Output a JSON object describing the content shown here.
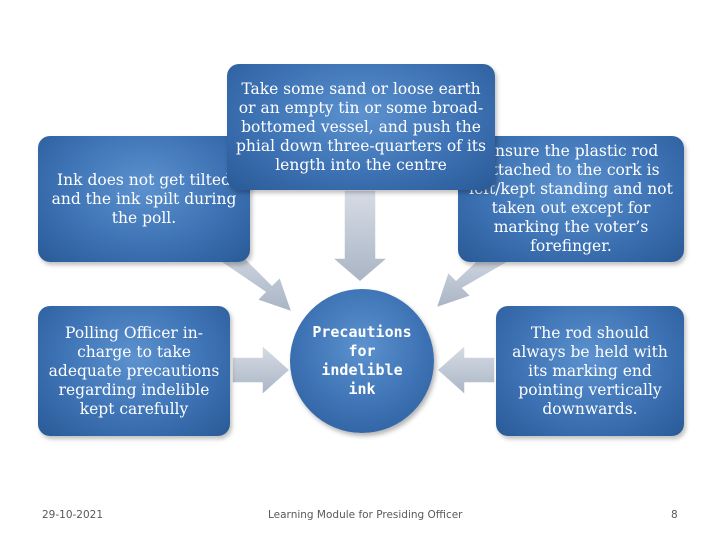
{
  "nodes": {
    "top_center": "Take some sand or loose earth or an empty tin or some broad-bottomed vessel, and push the phial down three-quarters of its length into the centre",
    "top_left": "Ink does not get tilted and the ink spilt during the poll.",
    "top_right": "Ensure the plastic rod attached to the cork is left/kept standing and not taken out except for marking the voter’s forefinger.",
    "mid_left": "Polling Officer in-charge to take adequate precautions regarding indelible kept carefully",
    "mid_right": "The rod should always be held with its marking end pointing vertically downwards.",
    "center": "Precautions for indelible ink"
  },
  "footer": {
    "date": "29-10-2021",
    "title": "Learning Module for Presiding Officer",
    "page": "8"
  },
  "colors": {
    "box_fill": "#3d72b4",
    "arrow_fill": "#c4ccd8",
    "text": "#ffffff"
  }
}
